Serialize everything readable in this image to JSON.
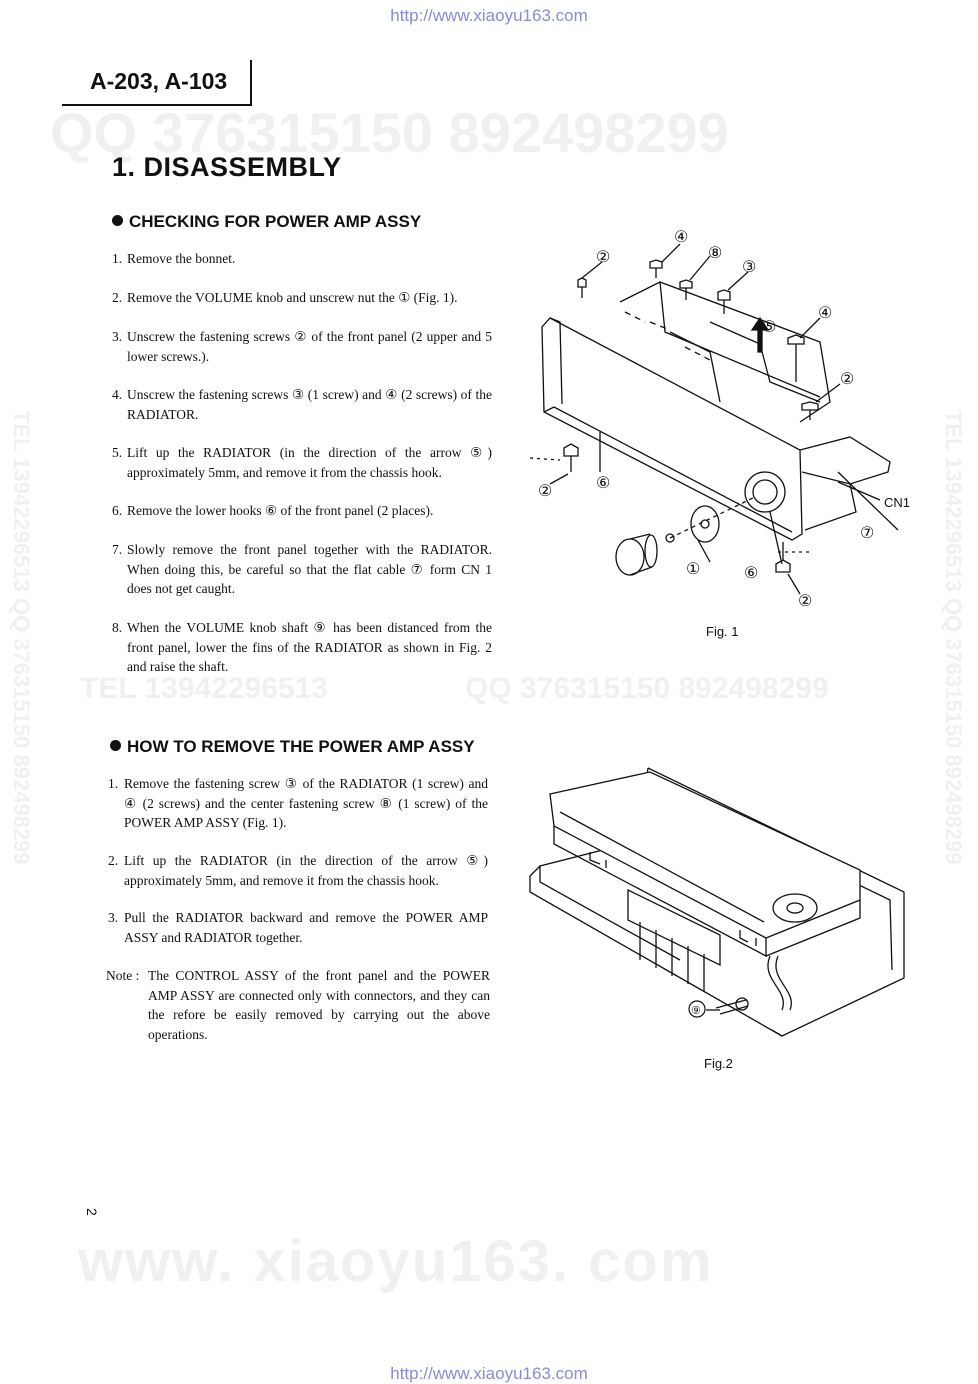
{
  "header_url": "http://www.xiaoyu163.com",
  "footer_url": "http://www.xiaoyu163.com",
  "model": "A-203, A-103",
  "title": "1.  DISASSEMBLY",
  "watermarks": {
    "qq_top": "QQ 376315150   892498299",
    "tel_mid": "TEL  13942296513",
    "qq_mid": "QQ  376315150  892498299",
    "side_left": "TEL 13942296513  QQ 376315150  892498299",
    "side_right": "TEL 13942296513  QQ 376315150  892498299",
    "bottom": "www. xiaoyu163. com"
  },
  "section1": {
    "heading": "CHECKING FOR POWER AMP ASSY",
    "steps": [
      {
        "num": "1.",
        "text": "Remove the bonnet."
      },
      {
        "num": "2.",
        "text": "Remove the VOLUME knob and unscrew nut the ① (Fig. 1)."
      },
      {
        "num": "3.",
        "text": "Unscrew the fastening screws ② of the front panel (2 upper and 5 lower screws.)."
      },
      {
        "num": "4.",
        "text": "Unscrew the fastening screws ③ (1 screw) and ④ (2 screws) of the RADIATOR."
      },
      {
        "num": "5.",
        "text": "Lift up the RADIATOR (in the direction of the arrow ⑤) approximately 5mm, and remove it from the chassis hook."
      },
      {
        "num": "6.",
        "text": "Remove the lower hooks ⑥ of the front panel (2 places)."
      },
      {
        "num": "7.",
        "text": "Slowly remove the front panel together with the RADIATOR. When doing this, be careful so that the flat cable ⑦ form CN 1 does not get caught."
      },
      {
        "num": "8.",
        "text": "When the VOLUME knob shaft ⑨ has been distanced from the front panel, lower the fins of the RADIATOR as shown in Fig. 2 and raise the shaft."
      }
    ]
  },
  "section2": {
    "heading": "HOW TO REMOVE THE POWER AMP ASSY",
    "steps": [
      {
        "num": "1.",
        "text": "Remove the fastening screw ③ of the RADIATOR (1 screw) and ④ (2 screws) and the center fastening screw ⑧ (1 screw) of the POWER AMP ASSY (Fig. 1)."
      },
      {
        "num": "2.",
        "text": "Lift up the RADIATOR (in the direction of the arrow ⑤) approximately 5mm, and remove it from the chassis hook."
      },
      {
        "num": "3.",
        "text": "Pull the RADIATOR backward and remove the POWER AMP ASSY and RADIATOR together."
      }
    ],
    "note_label": "Note :",
    "note_text": "The CONTROL ASSY of the front panel and the POWER AMP ASSY are connected only with connectors, and they can the refore be easily removed by carrying out the above operations."
  },
  "fig1": {
    "caption": "Fig. 1",
    "labels": {
      "c1": "①",
      "c2": "②",
      "c3": "③",
      "c4": "④",
      "c5": "⑤",
      "c6": "⑥",
      "c7": "⑦",
      "c8": "⑧",
      "cn1": "CN1"
    }
  },
  "fig2": {
    "caption": "Fig.2",
    "labels": {
      "c9": "⑨"
    }
  },
  "page_number": "2"
}
